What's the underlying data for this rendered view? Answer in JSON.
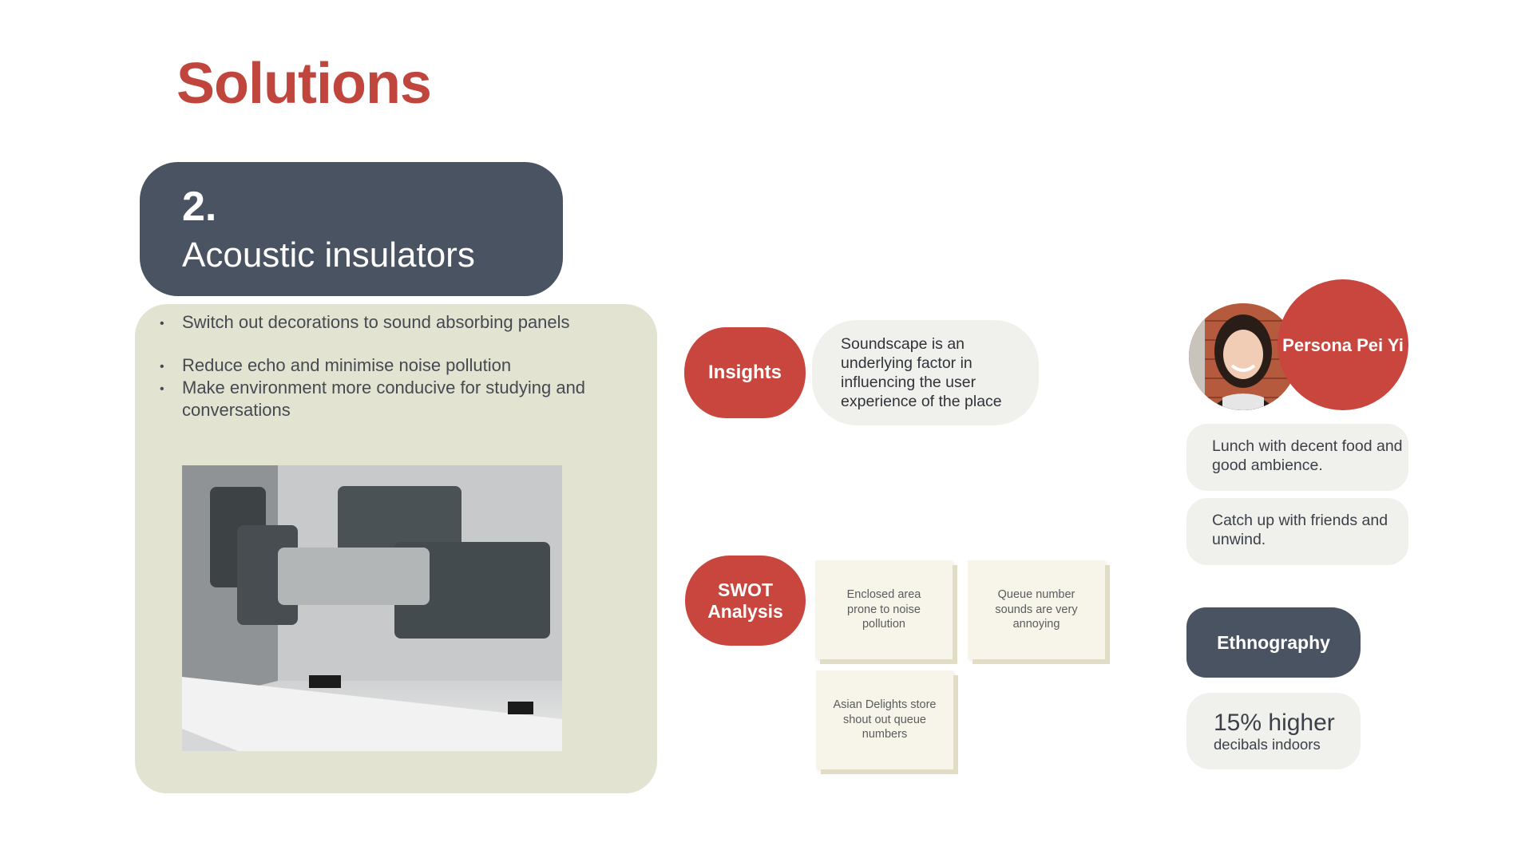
{
  "page": {
    "title": "Solutions"
  },
  "solution": {
    "number": "2.",
    "name": "Acoustic insulators",
    "bullets": [
      "Switch out decorations to sound absorbing panels",
      "Reduce echo and minimise noise pollution",
      "Make environment more conducive for studying and conversations"
    ]
  },
  "insights": {
    "label": "Insights",
    "text": "Soundscape is an underlying factor in influencing the user experience of the place"
  },
  "swot": {
    "label": "SWOT Analysis",
    "notes": [
      "Enclosed area prone to noise pollution",
      "Queue number sounds are very annoying",
      "Asian Delights store shout out queue numbers"
    ]
  },
  "persona": {
    "label": "Persona Pei Yi",
    "notes": [
      "Lunch with decent food and good ambience.",
      "Catch up with friends and unwind."
    ]
  },
  "ethnography": {
    "label": "Ethnography",
    "stat_value": "15% higher",
    "stat_caption": "decibals indoors"
  },
  "colors": {
    "accent_red": "#c0463d",
    "slate": "#4a5361",
    "sage": "#e2e3d1",
    "note_bg": "#f0f0ec",
    "sticky_bg": "#f7f5e9"
  }
}
